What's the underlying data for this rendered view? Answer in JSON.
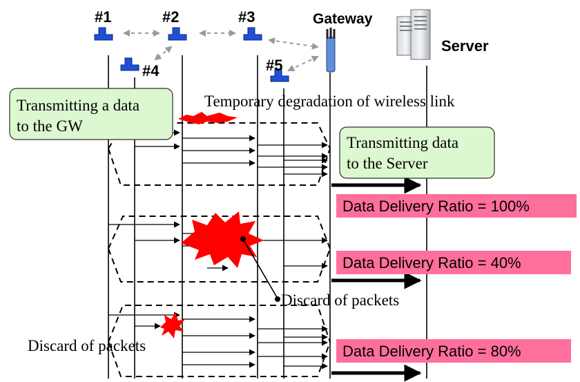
{
  "nodes": {
    "n1": "#1",
    "n2": "#2",
    "n3": "#3",
    "n4": "#4",
    "n5": "#5",
    "gateway": "Gateway",
    "server": "Server"
  },
  "annotations": {
    "degradation": "Temporary degradation of wireless link",
    "transmit_gw_line1": "Transmitting a data",
    "transmit_gw_line2": "to the GW",
    "transmit_server_line1": "Transmitting data",
    "transmit_server_line2": "to the Server",
    "discard_right": "Discard of packets",
    "discard_left": "Discard of packets"
  },
  "ratios": {
    "r1": "Data Delivery Ratio = 100%",
    "r2": "Data Delivery Ratio = 40%",
    "r3": "Data Delivery Ratio = 80%"
  },
  "colors": {
    "burst": "#ff0000",
    "ratio_box": "#ff6f9c",
    "callout_box": "#dcf8d0",
    "sensor_icon": "#1f4fd6"
  },
  "icons": {
    "sensor": "sensor-node-icon",
    "gateway": "gateway-antenna-icon",
    "server": "server-tower-icon",
    "link": "bidirectional-arrow-icon"
  }
}
